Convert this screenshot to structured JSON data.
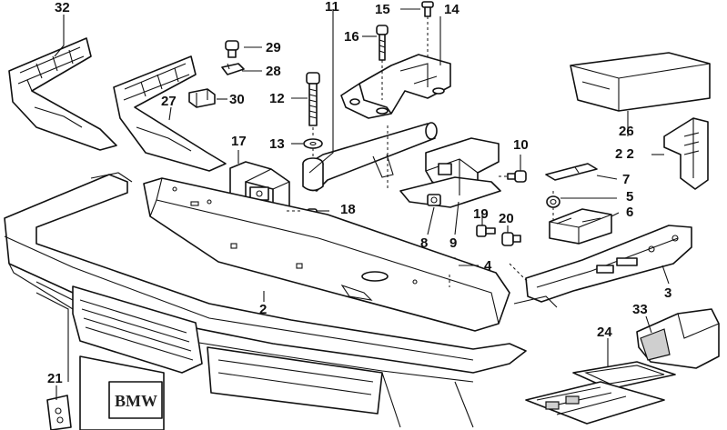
{
  "diagram": {
    "plate_text": "BMW",
    "callouts": [
      {
        "id": "32",
        "text": "32"
      },
      {
        "id": "27",
        "text": "27"
      },
      {
        "id": "29",
        "text": "29"
      },
      {
        "id": "28",
        "text": "28"
      },
      {
        "id": "30",
        "text": "30"
      },
      {
        "id": "12",
        "text": "12"
      },
      {
        "id": "13",
        "text": "13"
      },
      {
        "id": "11",
        "text": "11"
      },
      {
        "id": "15",
        "text": "15"
      },
      {
        "id": "14",
        "text": "14"
      },
      {
        "id": "16",
        "text": "16"
      },
      {
        "id": "17",
        "text": "17"
      },
      {
        "id": "18",
        "text": "18"
      },
      {
        "id": "10",
        "text": "10"
      },
      {
        "id": "26",
        "text": "26"
      },
      {
        "id": "22",
        "text": "2 2"
      },
      {
        "id": "7",
        "text": "7"
      },
      {
        "id": "5",
        "text": "5"
      },
      {
        "id": "6",
        "text": "6"
      },
      {
        "id": "8",
        "text": "8"
      },
      {
        "id": "9",
        "text": "9"
      },
      {
        "id": "19",
        "text": "19"
      },
      {
        "id": "20",
        "text": "20"
      },
      {
        "id": "4",
        "text": "4"
      },
      {
        "id": "3",
        "text": "3"
      },
      {
        "id": "2",
        "text": "2"
      },
      {
        "id": "33",
        "text": "33"
      },
      {
        "id": "24",
        "text": "24"
      },
      {
        "id": "21",
        "text": "21"
      }
    ]
  }
}
